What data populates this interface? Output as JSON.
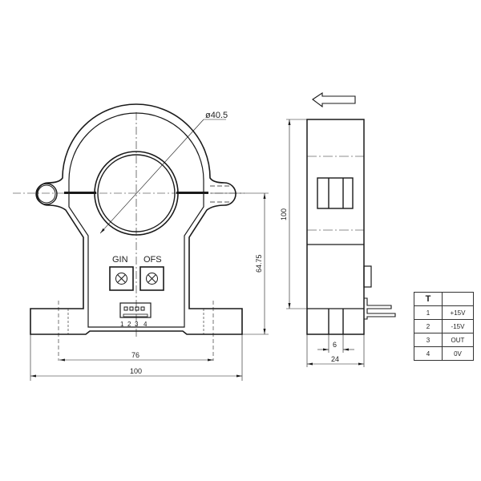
{
  "front_view": {
    "labels": {
      "gain_pot": "GIN",
      "offset_pot": "OFS",
      "connector_pins": [
        "1",
        "2",
        "3",
        "4"
      ]
    },
    "dimensions": {
      "aperture_diameter": "ø40.5",
      "mount_hole_spacing": "76",
      "overall_width": "100",
      "center_height": "64.75"
    }
  },
  "side_view": {
    "current_direction_arrow": "arrow-left",
    "dimensions": {
      "overall_height": "100",
      "slot_width": "6",
      "overall_depth": "24"
    }
  },
  "pin_table": {
    "headers": [
      "T",
      ""
    ],
    "rows": [
      {
        "pin": "1",
        "signal": "+15V"
      },
      {
        "pin": "2",
        "signal": "-15V"
      },
      {
        "pin": "3",
        "signal": "OUT"
      },
      {
        "pin": "4",
        "signal": "0V"
      }
    ]
  },
  "colors": {
    "line": "#1a1a1a",
    "background": "#ffffff"
  }
}
